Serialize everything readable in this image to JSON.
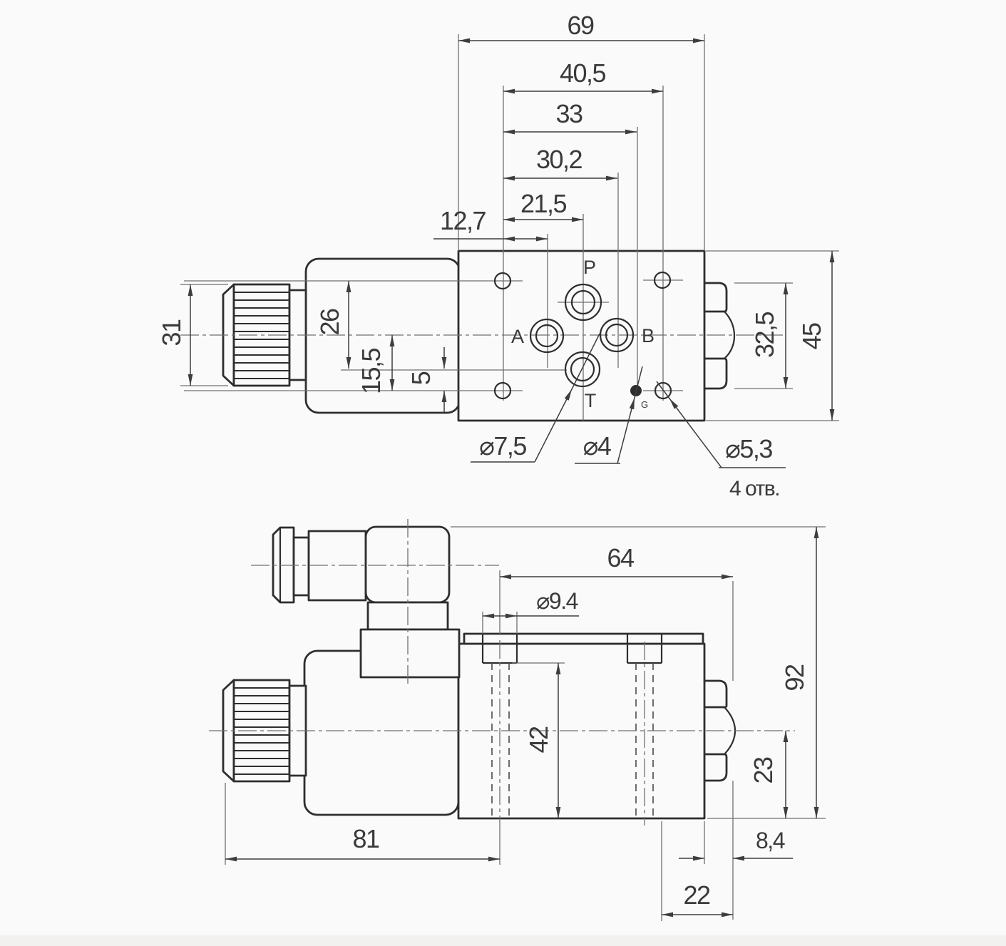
{
  "colors": {
    "background": "#fbfafa",
    "line": "#2e2e2e",
    "thin_line": "#6f6f6f",
    "dim_text": "#3a3a3a"
  },
  "top_view": {
    "port_labels": {
      "p": "P",
      "a": "A",
      "b": "B",
      "t": "T",
      "g": "G"
    },
    "dims": {
      "overall_width": "69",
      "hole_span": "40,5",
      "g_offset": "33",
      "b_offset": "30,2",
      "p_offset": "21,5",
      "edge_offset": "12,7",
      "knob_height": "31",
      "row_26": "26",
      "row_15_5": "15,5",
      "row_5": "5",
      "hex_flat": "32,5",
      "body_height": "45",
      "t_port_dia": "⌀7,5",
      "g_port_dia": "⌀4",
      "mount_hole_dia": "⌀5,3",
      "mount_hole_count": "4 отв."
    }
  },
  "side_view": {
    "dims": {
      "len_64": "64",
      "cbore_dia": "⌀9.4",
      "overall_height": "92",
      "depth_42": "42",
      "len_81": "81",
      "height_23": "23",
      "hex_offset": "8,4",
      "len_22": "22"
    }
  }
}
